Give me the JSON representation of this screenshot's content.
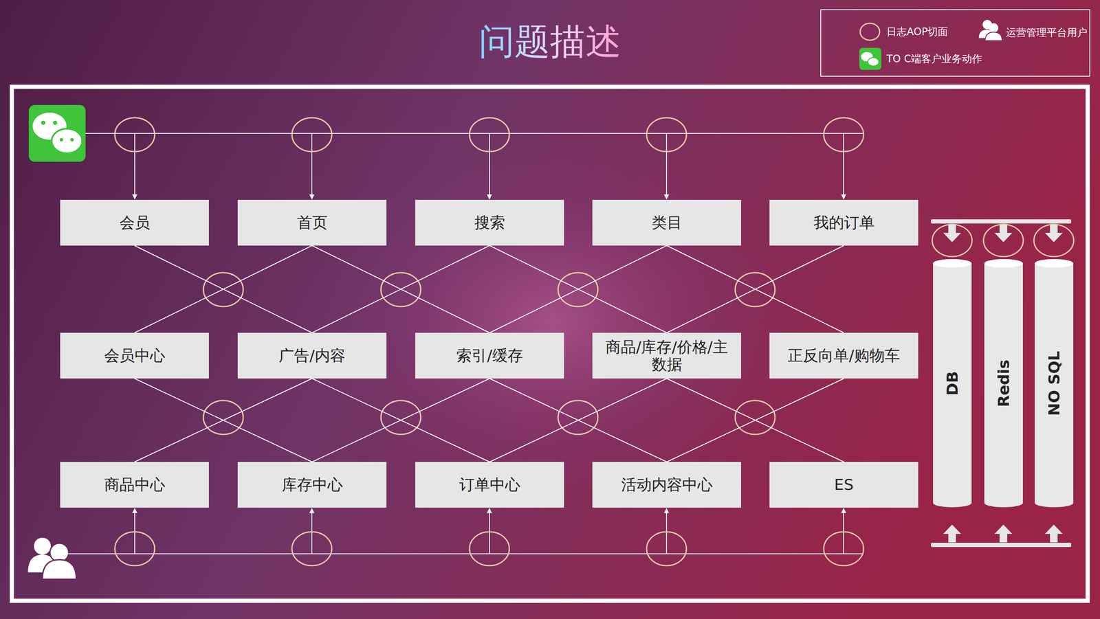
{
  "diagram": {
    "title": "问题描述",
    "nodes": [
      {
        "text": [
          "会员"
        ]
      },
      {
        "text": [
          "首页"
        ]
      },
      {
        "text": [
          "搜索"
        ]
      },
      {
        "text": [
          "类目"
        ]
      },
      {
        "text": [
          "我的订单"
        ]
      },
      {
        "text": [
          "会员中心"
        ]
      },
      {
        "text": [
          "广告/内容"
        ]
      },
      {
        "text": [
          "索引/缓存"
        ]
      },
      {
        "text": [
          "商品/库存/价格/主数据"
        ]
      },
      {
        "text": [
          "正反向单/购物车"
        ]
      },
      {
        "text": [
          "商品中心"
        ]
      },
      {
        "text": [
          "库存中心"
        ]
      },
      {
        "text": [
          "订单中心"
        ]
      },
      {
        "text": [
          "活动内容中心"
        ]
      },
      {
        "text": [
          "ES"
        ]
      },
      {
        "text": [
          "DB"
        ]
      },
      {
        "text": [
          "Redis"
        ]
      },
      {
        "text": [
          "NO SQL"
        ]
      }
    ],
    "edges": [
      {
        "from": 0,
        "to": 6,
        "arrow": "none"
      },
      {
        "from": 1,
        "to": 5,
        "arrow": "none"
      },
      {
        "from": 1,
        "to": 7,
        "arrow": "none"
      },
      {
        "from": 2,
        "to": 6,
        "arrow": "none"
      },
      {
        "from": 2,
        "to": 8,
        "arrow": "none"
      },
      {
        "from": 3,
        "to": 7,
        "arrow": "none"
      },
      {
        "from": 3,
        "to": 9,
        "arrow": "none"
      },
      {
        "from": 4,
        "to": 8,
        "arrow": "none"
      },
      {
        "from": 5,
        "to": 11,
        "arrow": "none"
      },
      {
        "from": 6,
        "to": 10,
        "arrow": "none"
      },
      {
        "from": 6,
        "to": 12,
        "arrow": "none"
      },
      {
        "from": 7,
        "to": 11,
        "arrow": "none"
      },
      {
        "from": 7,
        "to": 13,
        "arrow": "none"
      },
      {
        "from": 8,
        "to": 12,
        "arrow": "none"
      },
      {
        "from": 8,
        "to": 14,
        "arrow": "none"
      },
      {
        "from": 9,
        "to": 13,
        "arrow": "none"
      }
    ],
    "legend": [
      {
        "text": "日志AOP切面"
      },
      {
        "text": "运营管理平台用户"
      },
      {
        "text": "TO C端客户业务动作"
      }
    ]
  }
}
